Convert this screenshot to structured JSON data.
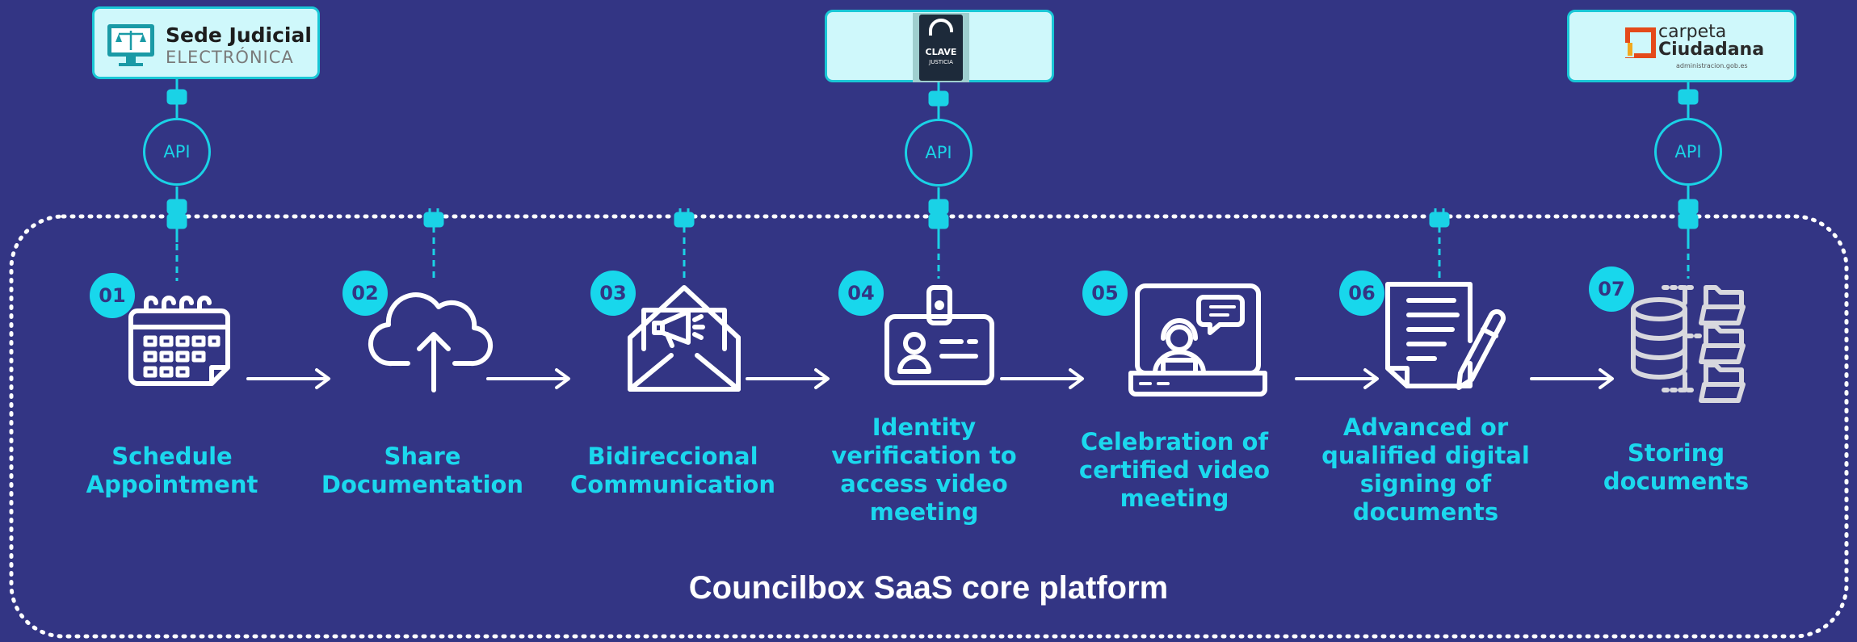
{
  "colors": {
    "background": "#333584",
    "accent": "#1ad2e6",
    "label": "#1bd8ee",
    "white": "#ffffff",
    "logo_box": "#cff8fb"
  },
  "integrations": [
    {
      "name": "sede-judicial",
      "logo_line1": "Sede Judicial",
      "logo_line2": "ELECTRÓNICA",
      "api_label": "API",
      "icon": "scales-monitor-icon"
    },
    {
      "name": "clave-justicia",
      "logo_line1": "CLAVE",
      "logo_line2": "JUSTICIA",
      "api_label": "API",
      "icon": "padlock-icon"
    },
    {
      "name": "carpeta-ciudadana",
      "logo_line1": "carpeta",
      "logo_line2": "Ciudadana",
      "logo_line3": "administracion.gob.es",
      "api_label": "API",
      "icon": "carpeta-square-icon"
    }
  ],
  "steps": [
    {
      "number": "01",
      "label_lines": [
        "Schedule",
        "Appointment"
      ],
      "icon": "calendar-icon"
    },
    {
      "number": "02",
      "label_lines": [
        "Share",
        "Documentation"
      ],
      "icon": "cloud-upload-icon"
    },
    {
      "number": "03",
      "label_lines": [
        "Bidireccional",
        "Communication"
      ],
      "icon": "envelope-megaphone-icon"
    },
    {
      "number": "04",
      "label_lines": [
        "Identity",
        "verification to",
        "access video",
        "meeting"
      ],
      "icon": "id-badge-icon"
    },
    {
      "number": "05",
      "label_lines": [
        "Celebration of",
        "certified video",
        "meeting"
      ],
      "icon": "video-call-icon"
    },
    {
      "number": "06",
      "label_lines": [
        "Advanced or",
        "qualified digital",
        "signing of",
        "documents"
      ],
      "icon": "document-sign-icon"
    },
    {
      "number": "07",
      "label_lines": [
        "Storing",
        "documents"
      ],
      "icon": "database-folders-icon"
    }
  ],
  "platform_label": "Councilbox SaaS core platform"
}
